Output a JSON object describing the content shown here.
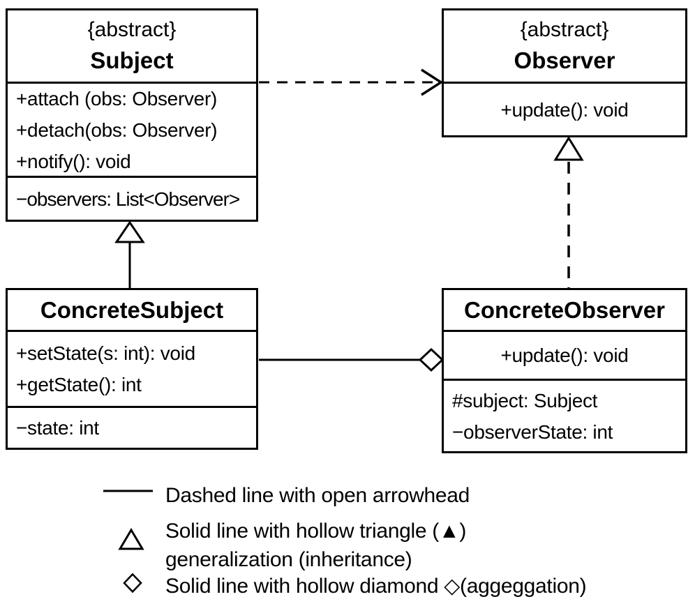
{
  "diagram": {
    "classes": {
      "subject": {
        "stereotype": "{abstract}",
        "name": "Subject",
        "methods": [
          "+attach (obs: Observer)",
          "+detach(obs: Observer)",
          "+notify(): void"
        ],
        "attributes": [
          "−observers: List<Observer>"
        ]
      },
      "observer": {
        "stereotype": "{abstract}",
        "name": "Observer",
        "methods": [
          "+update(): void"
        ],
        "attributes": []
      },
      "concreteSubject": {
        "name": "ConcreteSubject",
        "methods": [
          "+setState(s: int): void",
          "+getState(): int"
        ],
        "attributes": [
          "−state: int"
        ]
      },
      "concreteObserver": {
        "name": "ConcreteObserver",
        "methods": [
          "+update(): void"
        ],
        "attributes": [
          "#subject: Subject",
          "−observerState: int"
        ]
      }
    },
    "relationships": [
      {
        "from": "Subject",
        "to": "Observer",
        "type": "dependency",
        "style": "dashed line with open arrowhead"
      },
      {
        "from": "ConcreteSubject",
        "to": "Subject",
        "type": "generalization",
        "style": "solid line with hollow triangle"
      },
      {
        "from": "ConcreteObserver",
        "to": "Observer",
        "type": "generalization",
        "style": "dashed line with hollow triangle"
      },
      {
        "from": "ConcreteSubject",
        "to": "ConcreteObserver",
        "type": "aggregation",
        "style": "solid line with hollow diamond"
      }
    ],
    "legend": {
      "items": [
        {
          "symbol": "solid-line",
          "lines": [
            "Dashed line with open arrowhead"
          ]
        },
        {
          "symbol": "hollow-triangle",
          "lines": [
            "Solid line with hollow triangle (▲)",
            "generalization (inheritance)"
          ]
        },
        {
          "symbol": "hollow-diamond",
          "lines": [
            "Solid line with hollow diamond ◇(aggeggation)"
          ]
        }
      ]
    },
    "colors": {
      "line": "#000000",
      "background": "#ffffff"
    }
  }
}
